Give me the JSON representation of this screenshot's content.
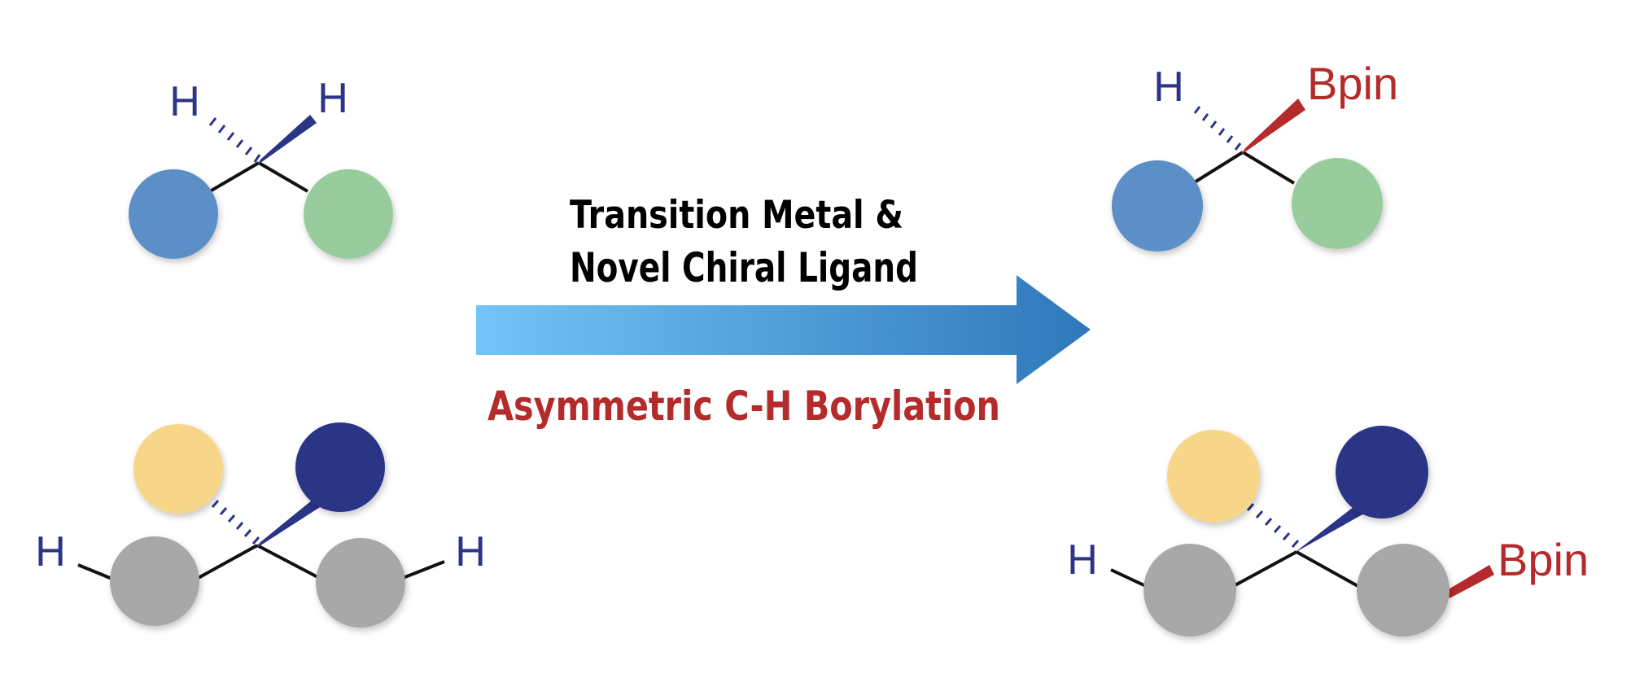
{
  "conditions": {
    "line1": "Transition Metal &",
    "line2": "Novel Chiral Ligand",
    "reaction_name": "Asymmetric C-H Borylation"
  },
  "atoms": {
    "h": "H",
    "bpin": "Bpin"
  },
  "colors": {
    "hydrogen_text": "#2b3486",
    "boron_text": "#b52a2a",
    "wedge_navy": "#2b3486",
    "wedge_red": "#b52a2a",
    "bond": "#111111",
    "circle_blue": "#5b8ec7",
    "circle_green": "#98cc9c",
    "circle_yellow": "#f8d689",
    "circle_navy": "#2b3486",
    "circle_gray": "#a8a8a8",
    "arrow_start": "#73c4f7",
    "arrow_end": "#2f78bb",
    "condition_text": "#000000",
    "reaction_text": "#b52a2a"
  },
  "icons": {
    "arrow": "reaction-arrow-icon"
  }
}
